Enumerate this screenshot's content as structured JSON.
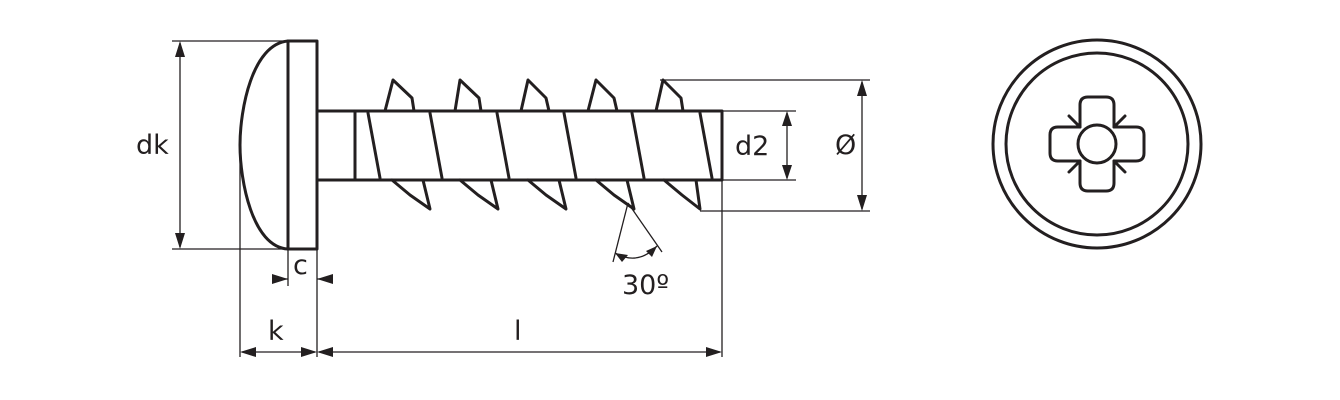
{
  "title": "Pan head screw with Pozidriv recess - dimension drawing",
  "labels": {
    "head_diameter": "dk",
    "head_height": "k",
    "collar_height": "c",
    "length": "l",
    "core_diameter": "d2",
    "thread_diameter": "Ø",
    "thread_angle": "30º"
  },
  "colors": {
    "line": "#231f20",
    "background": "#ffffff"
  }
}
